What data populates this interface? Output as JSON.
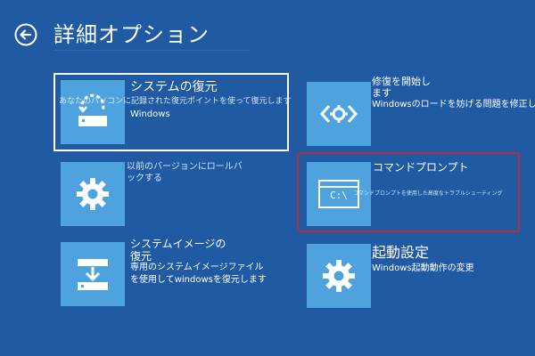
{
  "header": {
    "title": "詳細オプション",
    "back_icon": "arrow-left-circle-icon"
  },
  "colors": {
    "background": "#1f5aa3",
    "tile": "#4ea3df",
    "highlight": "#b03040"
  },
  "options": {
    "system_restore": {
      "title": "システムの復元",
      "desc_line1": "あなたのパソコンに記録された復元ポイントを使って復元します",
      "desc_line2": "Windows",
      "icon": "restore-disk-icon"
    },
    "startup_repair": {
      "title_line1": "修復を開始し",
      "title_line2": "ます",
      "desc": "Windowsのロードを妨げる問題を修正します",
      "icon": "code-brackets-icon"
    },
    "previous_version": {
      "title_line1": "以前のバージョンにロールバ",
      "title_line2": "ックする",
      "icon": "gear-icon"
    },
    "command_prompt": {
      "title": "コマンドプロンプト",
      "desc": "コマンドプロンプトを使用した高度なトラブルシューティング",
      "icon_text": "C:\\",
      "icon": "command-prompt-icon"
    },
    "system_image": {
      "title_line1": "システムイメージの",
      "title_line2": "復元",
      "desc_line1": "専用のシステムイメージファイル",
      "desc_line2": "を使用してwindowsを復元します",
      "icon": "download-disk-icon"
    },
    "startup_settings": {
      "title": "起動設定",
      "desc": "Windows起動動作の変更",
      "icon": "gear-icon"
    }
  }
}
